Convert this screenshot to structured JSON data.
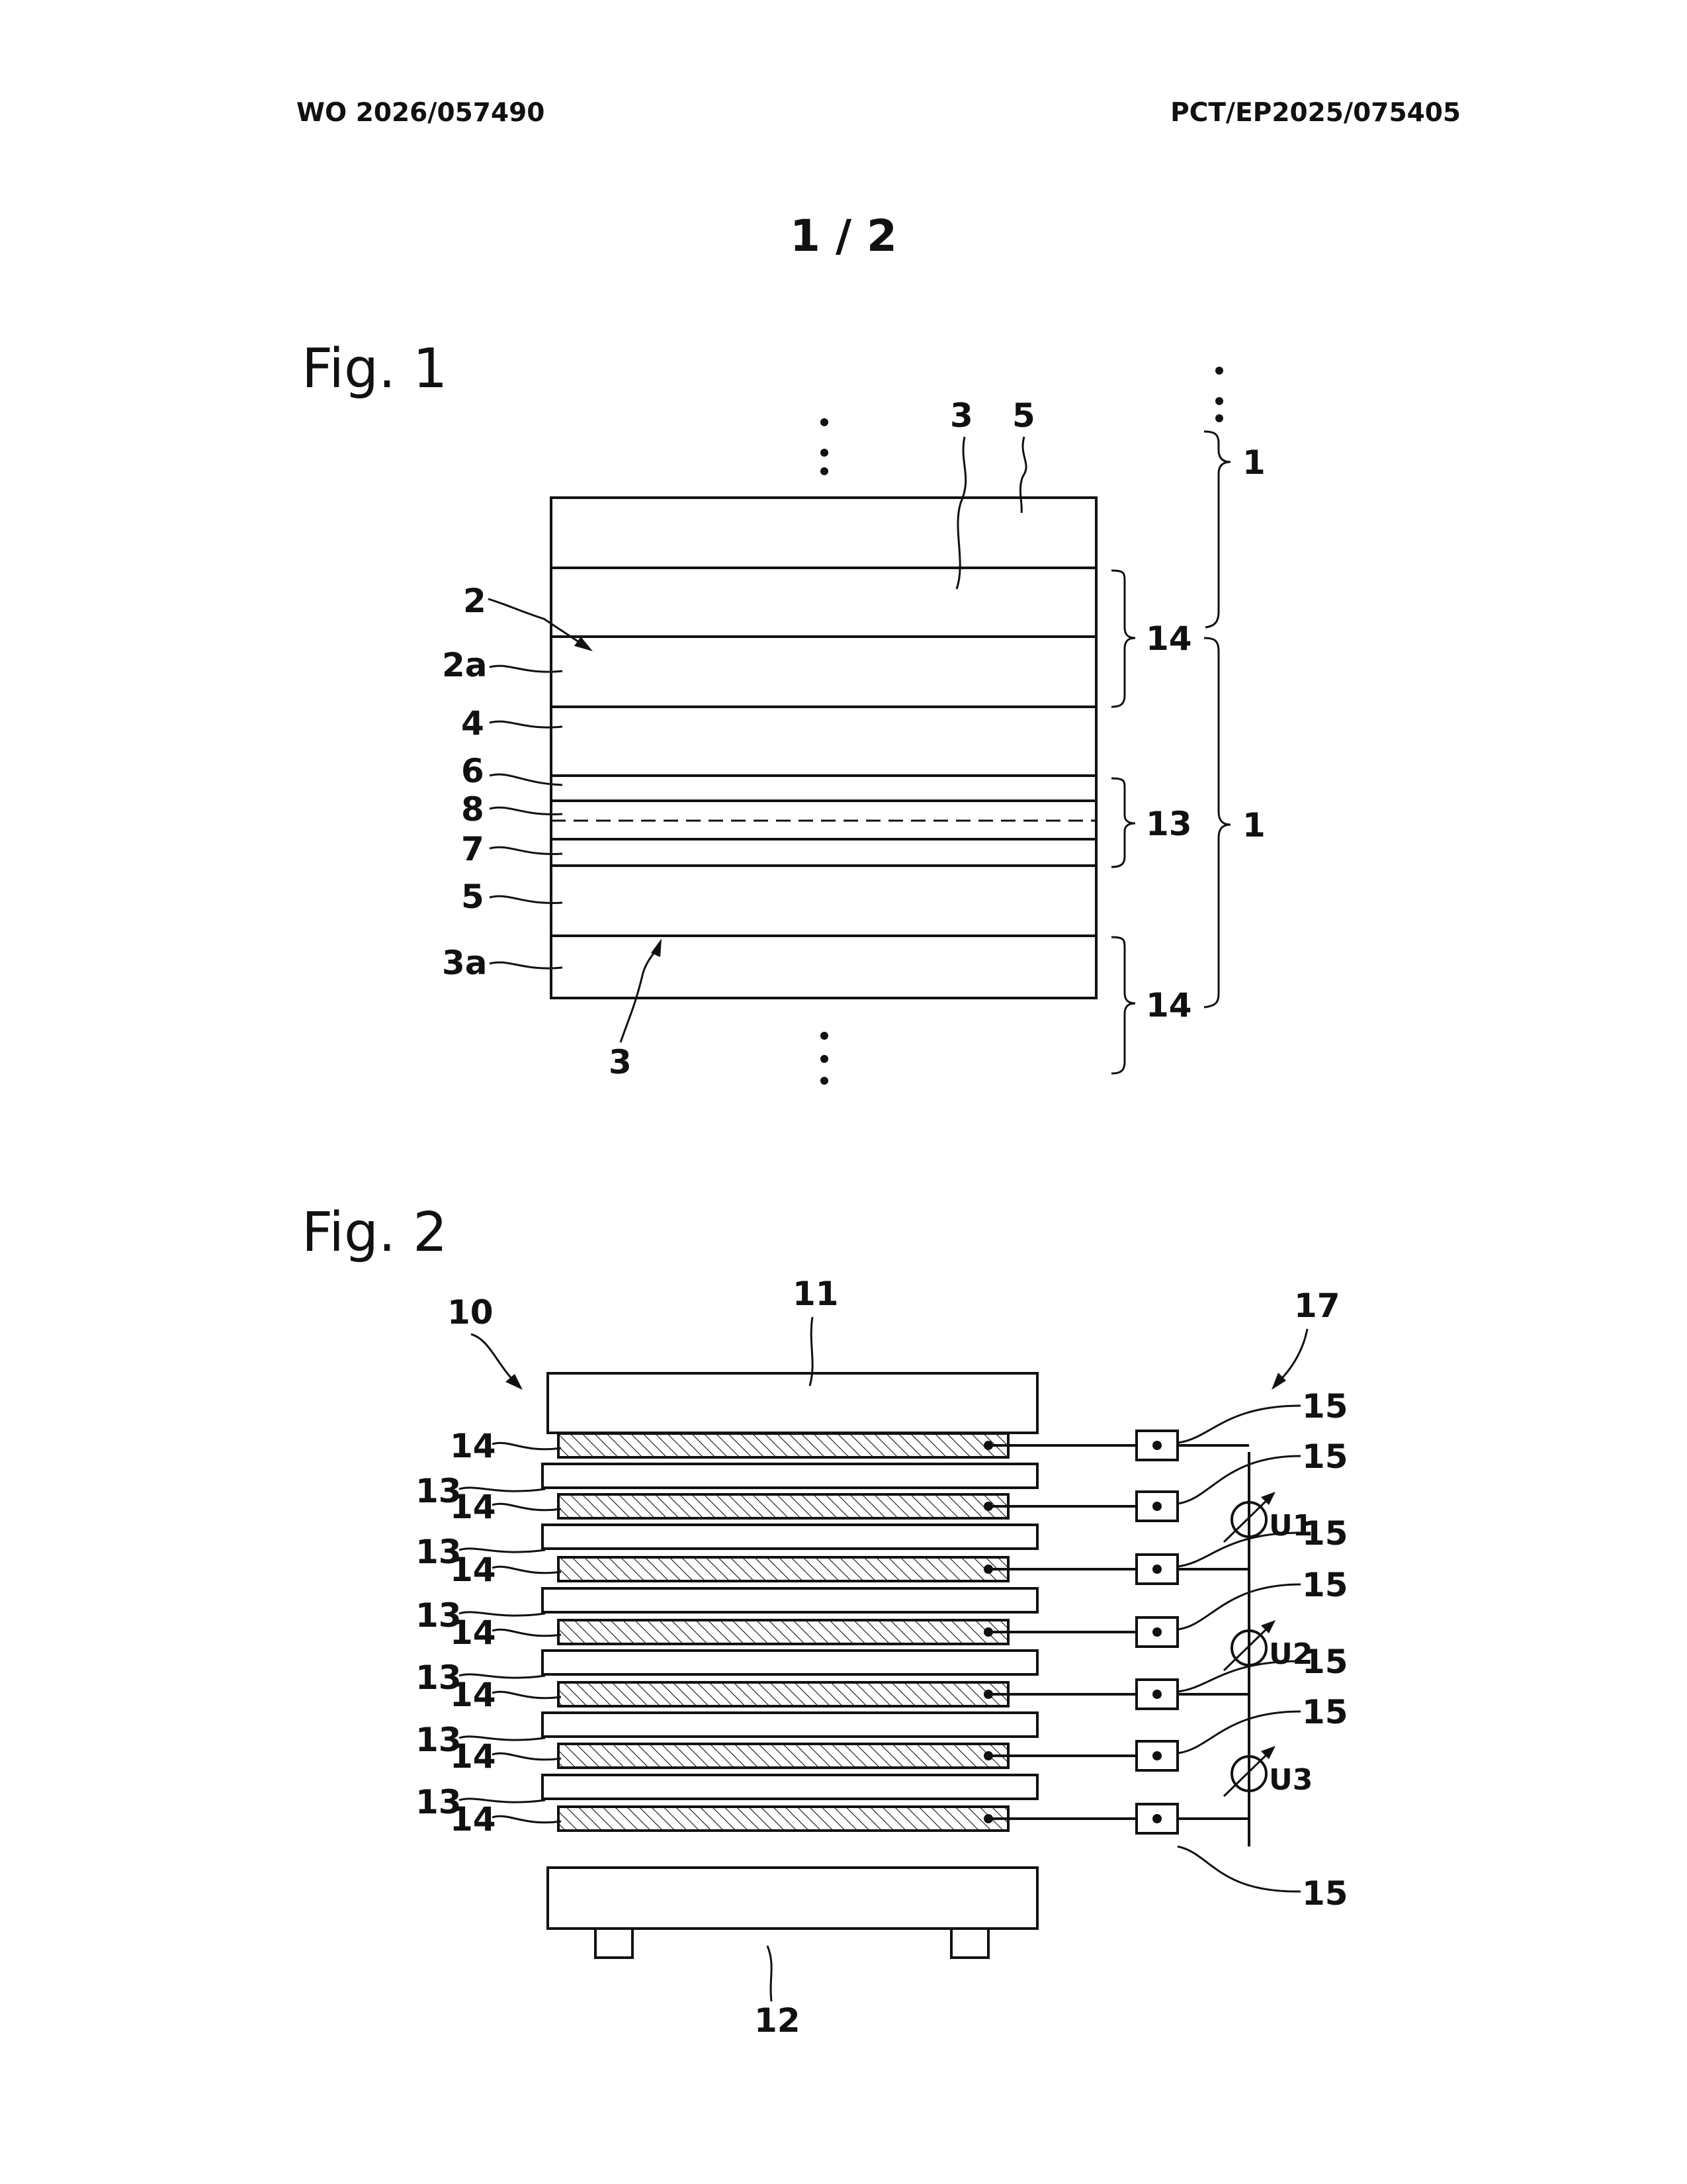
{
  "header": {
    "publication_number": "WO 2026/057490",
    "application_number": "PCT/EP2025/075405"
  },
  "sheet_number": "1 / 2",
  "figure1": {
    "title": "Fig. 1",
    "labels": {
      "l3_top": "3",
      "l5_top": "5",
      "l1_upper": "1",
      "l2": "2",
      "l2a": "2a",
      "l14_upper": "14",
      "l4": "4",
      "l6": "6",
      "l8": "8",
      "l13": "13",
      "l1_lower": "1",
      "l7": "7",
      "l5": "5",
      "l3a": "3a",
      "l14_lower": "14",
      "l3_bottom": "3"
    }
  },
  "figure2": {
    "title": "Fig. 2",
    "labels": {
      "l10": "10",
      "l11": "11",
      "l12": "12",
      "l17": "17",
      "anode_label": "14",
      "cathode_label": "13",
      "terminal_label": "15",
      "u1": "U1",
      "u2": "U2",
      "u3": "U3"
    }
  }
}
